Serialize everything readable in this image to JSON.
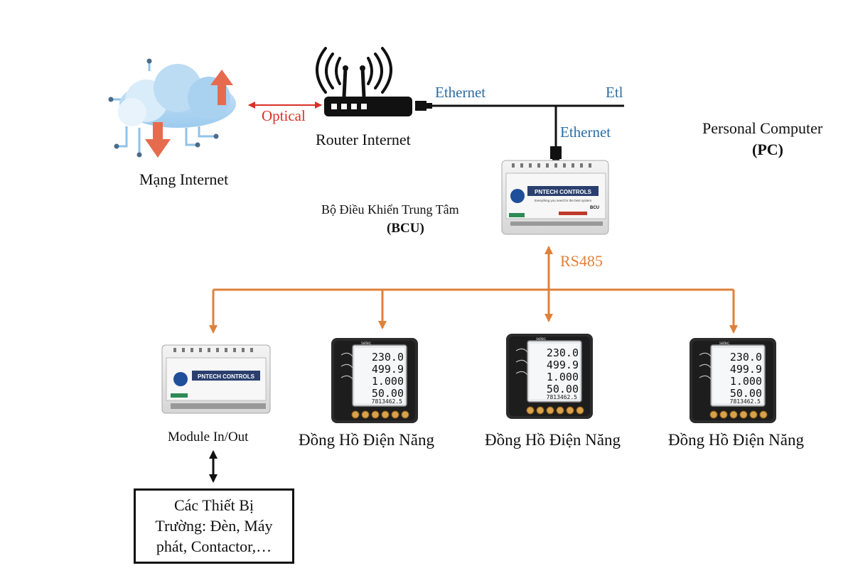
{
  "colors": {
    "optical": "#d93025",
    "ethernet_text": "#2e6da4",
    "rs485": "#e0813a",
    "line": "#111111"
  },
  "icons": [
    "cloud-icon",
    "router-icon",
    "ethernet-plug-icon",
    "bcu-controller-icon",
    "io-module-icon",
    "power-meter-icon"
  ],
  "labels": {
    "internet": "Mạng Internet",
    "optical": "Optical",
    "router": "Router Internet",
    "ethernet_1": "Ethernet",
    "ethernet_2": "Etl",
    "ethernet_3": "Ethernet",
    "pc": "Personal Computer",
    "pc_abbr": "(PC)",
    "bcu": "Bộ Điều Khiển Trung Tâm",
    "bcu_abbr": "(BCU)",
    "rs485": "RS485",
    "module": "Module In/Out",
    "meter_1": "Đồng Hồ Điện Năng",
    "meter_2": "Đồng Hồ Điện Năng",
    "meter_3": "Đồng Hồ Điện Năng"
  },
  "devices": {
    "bcu_brand": "PNTECH CONTROLS",
    "bcu_tagline": "Everything you need for the best system",
    "bcu_model": "BCU",
    "module_brand": "PNTECH CONTROLS",
    "meter_brand": "selec",
    "meter_display": [
      "230.0",
      "499.9",
      "1.000",
      "50.00",
      "7813462.5"
    ]
  },
  "field_box": {
    "lines": [
      "Các Thiết Bị",
      "Trường: Đèn, Máy",
      "phát, Contactor,…"
    ]
  }
}
